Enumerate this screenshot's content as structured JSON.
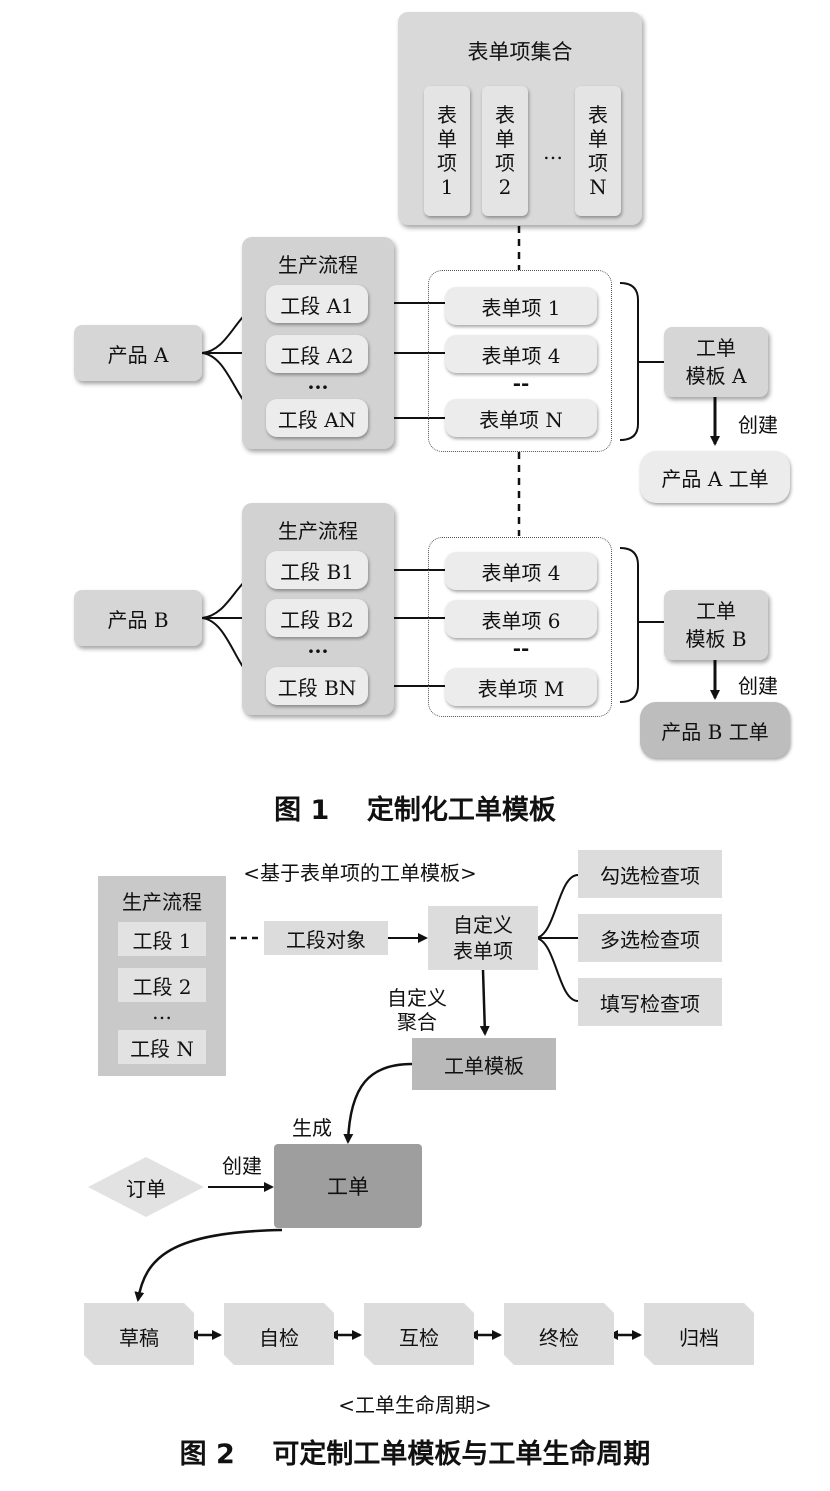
{
  "fig1": {
    "title": "图 1    定制化工单模板",
    "collection": {
      "title": "表单项集合",
      "items": [
        "表\n单\n项\n1",
        "表\n单\n项\n2",
        "表\n单\n项\nN"
      ],
      "ellipsis": "…"
    },
    "groupA": {
      "product": "产品 A",
      "flow_title": "生产流程",
      "stages": [
        "工段 A1",
        "工段 A2",
        "工段 AN"
      ],
      "forms": [
        "表单项 1",
        "表单项 4",
        "表单项 N"
      ],
      "template": "工单\n模板 A",
      "create": "创建",
      "order": "产品 A 工单"
    },
    "groupB": {
      "product": "产品 B",
      "flow_title": "生产流程",
      "stages": [
        "工段 B1",
        "工段 B2",
        "工段 BN"
      ],
      "forms": [
        "表单项 4",
        "表单项 6",
        "表单项 M"
      ],
      "template": "工单\n模板 B",
      "create": "创建",
      "order": "产品 B 工单"
    },
    "dots": "···",
    "dash": "--"
  },
  "fig2": {
    "title": "图 2    可定制工单模板与工单生命周期",
    "caption_top": "<基于表单项的工单模板>",
    "flow_title": "生产流程",
    "stages": [
      "工段 1",
      "工段 2",
      "工段 N"
    ],
    "stage_ellipsis": "…",
    "stage_object": "工段对象",
    "custom_form": "自定义\n表单项",
    "check_types": [
      "勾选检查项",
      "多选检查项",
      "填写检查项"
    ],
    "aggregate": "自定义\n聚合",
    "template": "工单模板",
    "generate": "生成",
    "order_input": "订单",
    "create": "创建",
    "work_order": "工单",
    "lifecycle": [
      "草稿",
      "自检",
      "互检",
      "终检",
      "归档"
    ],
    "caption_bottom": "<工单生命周期>"
  }
}
